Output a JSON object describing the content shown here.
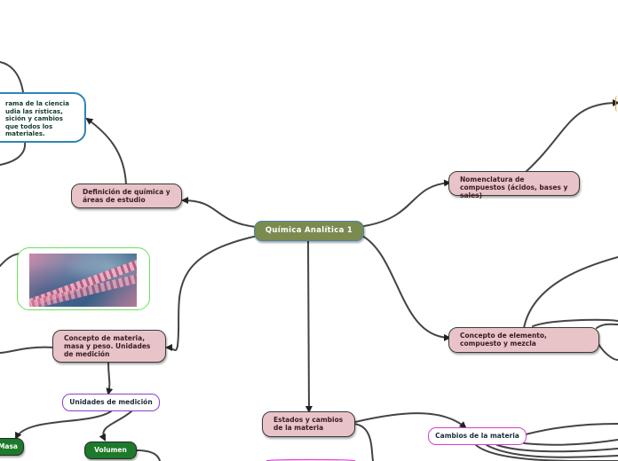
{
  "central": {
    "label": "Química Analítica 1"
  },
  "definicion": {
    "label": "Definición de química y áreas de estudio"
  },
  "definicion_text": {
    "label": "rama de la ciencia udia las rísticas, sición y cambios que todos los materiales."
  },
  "nomenclatura": {
    "label": "Nomenclatura de compuestos (ácidos, bases y sales)"
  },
  "concepto_materia": {
    "label": "Concepto de materia, masa y peso. Unidades de medición"
  },
  "unidades": {
    "label": "Unidades de medición"
  },
  "masa": {
    "label": "Masa"
  },
  "volumen": {
    "label": "Volumen"
  },
  "estados": {
    "label": "Estados y cambios de la materia"
  },
  "cambios": {
    "label": "Cambios de la materia"
  },
  "concepto_elemento": {
    "label": "Concepto de elemento, compuesto y mezcla"
  },
  "image": {
    "icon": "dna-helix-image"
  },
  "colors": {
    "central_fill": "#7b8a4e",
    "topic_fill": "#e8c4c8",
    "connector": "#444444",
    "blue_border": "#2e86b8",
    "green_border": "#6be05a",
    "purple_border": "#8a3fd0",
    "magenta_border": "#d63fd0",
    "leaf_fill": "#1c7a2a"
  }
}
